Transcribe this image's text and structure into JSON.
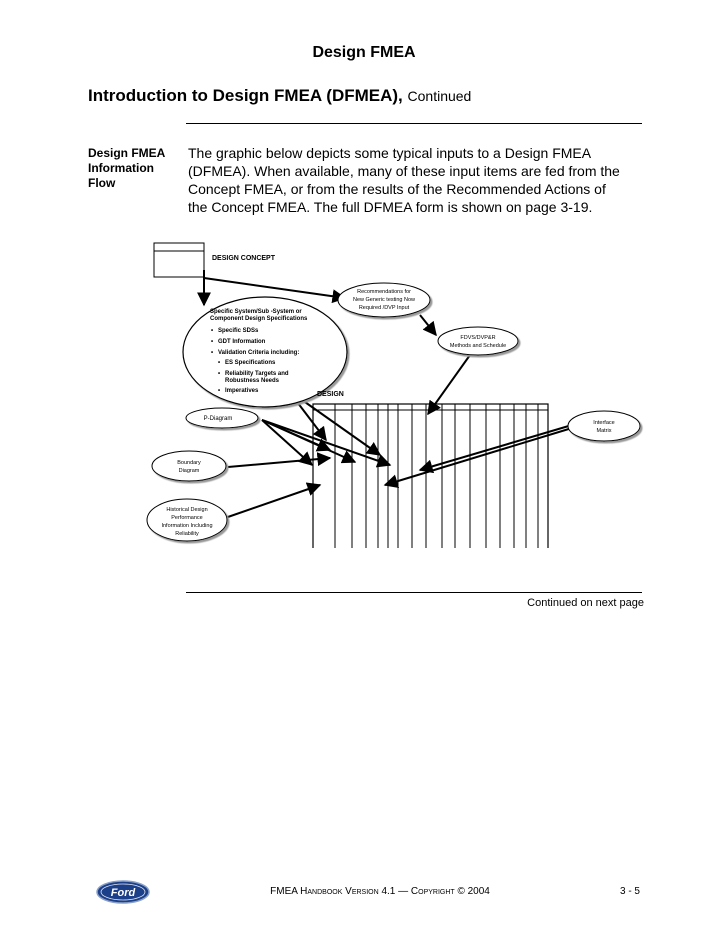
{
  "header": {
    "title": "Design FMEA"
  },
  "section": {
    "title": "Introduction to Design FMEA (DFMEA),",
    "continued": "Continued"
  },
  "sidebar": {
    "label_line1": "Design FMEA",
    "label_line2": "Information",
    "label_line3": "Flow"
  },
  "body": {
    "line1": "The graphic below depicts some typical inputs to a Design FMEA",
    "line2": "(DFMEA).  When available, many of these input items are fed from the",
    "line3": "Concept FMEA, or from the results of the Recommended Actions of",
    "line4": "the Concept FMEA.  The full DFMEA form is shown on page 3-19."
  },
  "diagram": {
    "design_concept": "DESIGN CONCEPT",
    "spec_line1": "Specific System/Sub   -System or",
    "spec_line2": "Component Design Specifications",
    "bullet_sds": "Specific  SDSs",
    "bullet_gdt": "GDT Information",
    "bullet_validation": "Validation Criteria including:",
    "sub_es": "ES Specifications",
    "sub_reliability1": "Reliability Targets and",
    "sub_reliability2": "Robustness Needs",
    "sub_imperatives": "Imperatives",
    "design_label": "DESIGN",
    "recommend_line1": "Recommendations for",
    "recommend_line2": "New Generic testing Now",
    "recommend_line3": "Required /DVP Input",
    "fdvs_line1": "FDVS/DVP&R",
    "fdvs_line2": "Methods and Schedule",
    "pdiagram": "P-Diagram",
    "boundary_line1": "Boundary",
    "boundary_line2": "Diagram",
    "historical_line1": "Historical Design",
    "historical_line2": "Performance",
    "historical_line3": "Information Including",
    "historical_line4": "Reliability",
    "interface_line1": "Interface",
    "interface_line2": "Matrix"
  },
  "continued_text": "Continued on next page",
  "footer": {
    "logo_text": "Ford",
    "center": "FMEA Handbook Version 4.1 — Copyright © 2004",
    "page": "3 - 5"
  }
}
